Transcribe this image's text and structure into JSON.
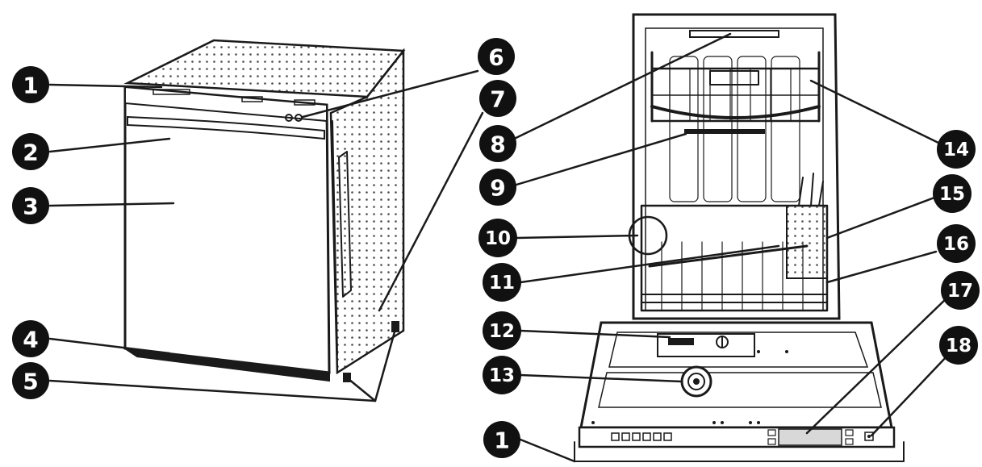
{
  "colors": {
    "ink": "#1a1a1a",
    "badge": "#111111",
    "badge_text": "#ffffff",
    "panel_fill": "#d8d8d8",
    "grid_dot": "#4a4a4a"
  },
  "callouts": {
    "left": [
      "1",
      "2",
      "3",
      "4",
      "5",
      "6",
      "7"
    ],
    "right": [
      "8",
      "9",
      "10",
      "11",
      "12",
      "13",
      "1",
      "14",
      "15",
      "16",
      "17",
      "18"
    ]
  }
}
